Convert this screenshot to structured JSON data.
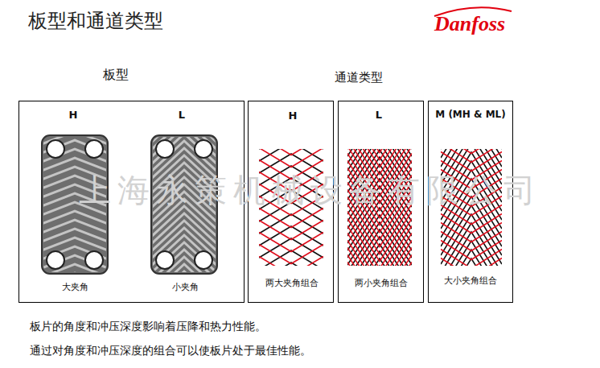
{
  "diagram": {
    "title": "板型和通道类型",
    "nodes": [
      {
        "text": [
          "板型",
          "H",
          "大夹角",
          "L",
          "小夹角"
        ]
      },
      {
        "text": [
          "H",
          "两大夹角组合"
        ]
      },
      {
        "text": [
          "L",
          "两小夹角组合"
        ]
      },
      {
        "text": [
          "M (MH & ML)",
          "大小夹角组合"
        ]
      }
    ],
    "labels": [
      "Danfoss",
      "通道类型",
      "上海永策机械设备有限公司",
      "板片的角度和冲压深度影响着压降和热力性能。",
      "通过对角度和冲压深度的组合可以使板片处于最佳性能。"
    ]
  }
}
